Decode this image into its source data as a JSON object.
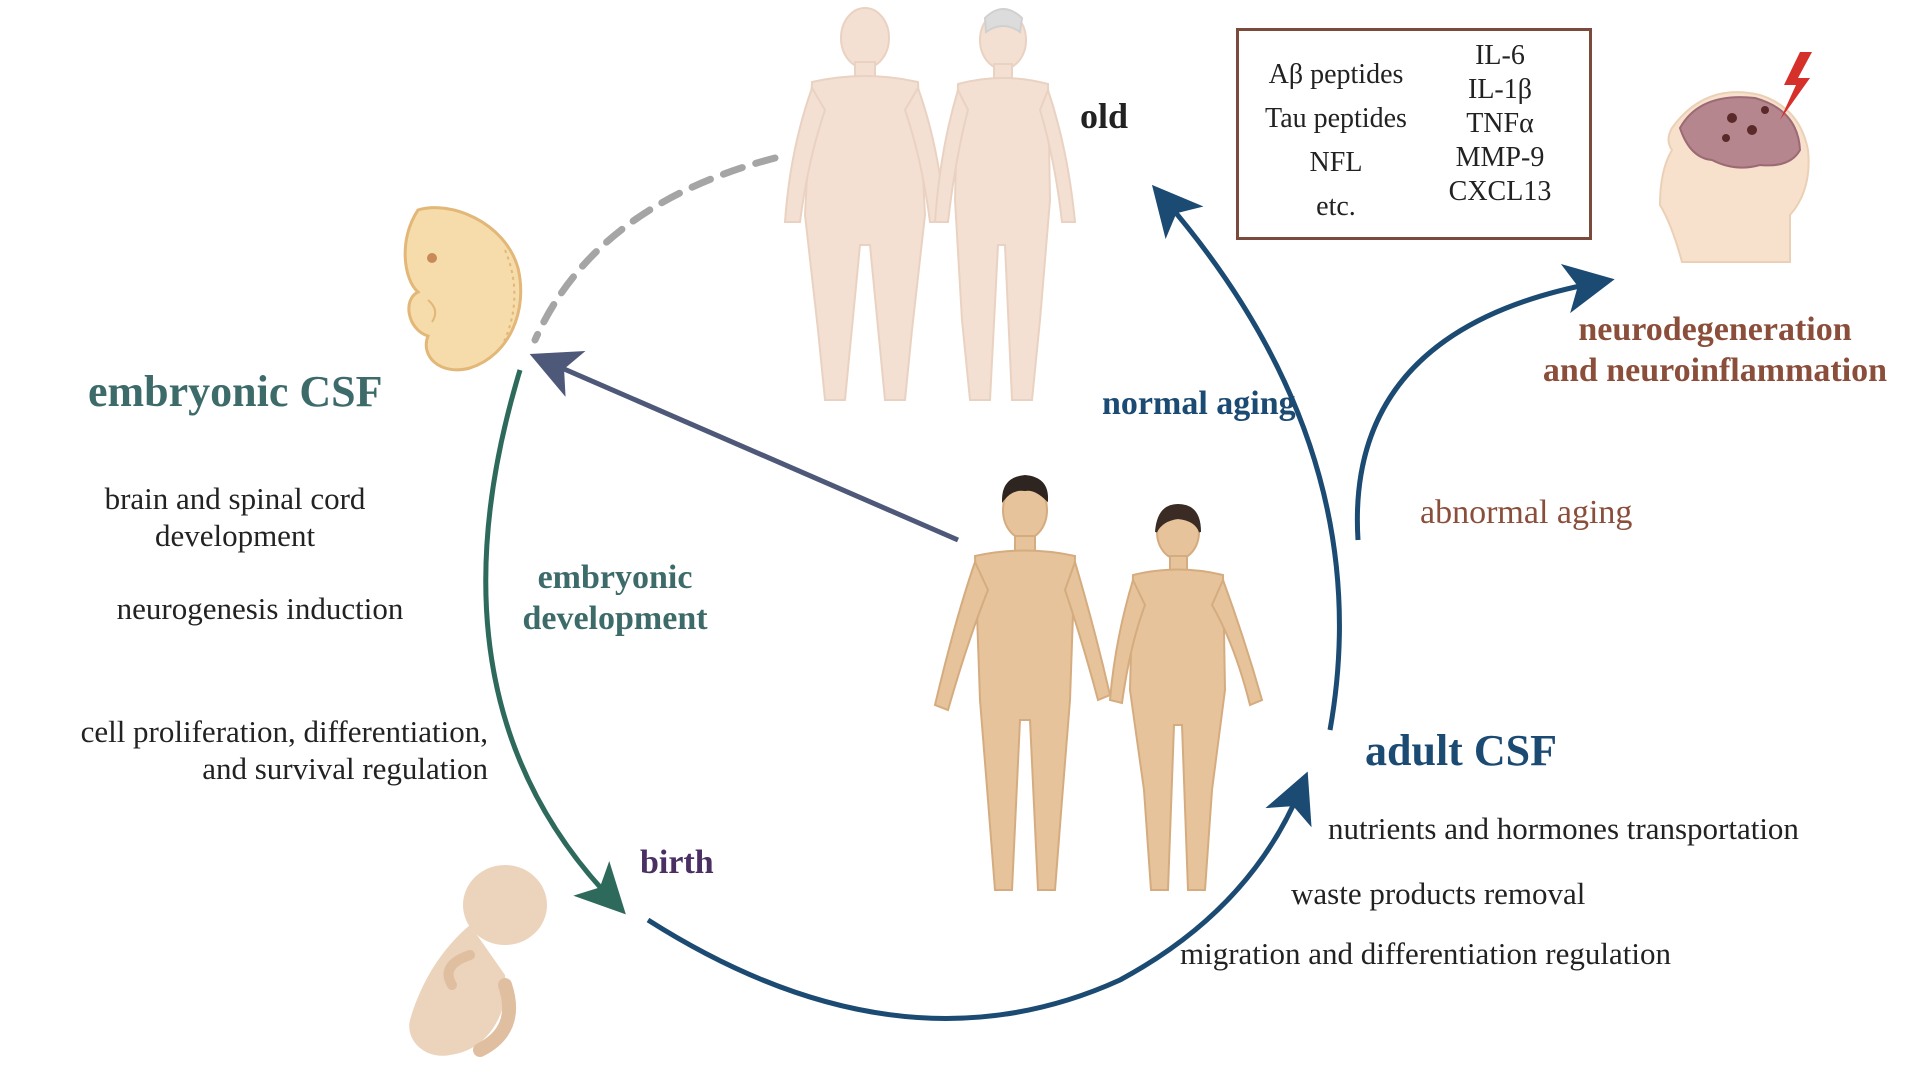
{
  "stages": {
    "embryonic": "embryonic CSF",
    "adult": "adult CSF",
    "old": "old",
    "birth": "birth"
  },
  "transitions": {
    "embryonic_development": [
      "embryonic",
      "development"
    ],
    "normal_aging": "normal aging",
    "abnormal_aging": "abnormal aging"
  },
  "embryonic_functions": [
    [
      "brain and spinal cord",
      "development"
    ],
    [
      "neurogenesis induction"
    ],
    [
      "cell proliferation, differentiation,",
      "and survival regulation"
    ]
  ],
  "adult_functions": [
    "nutrients and hormones transportation",
    "waste products removal",
    "migration and differentiation regulation"
  ],
  "outcome": [
    "neurodegeneration",
    "and neuroinflammation"
  ],
  "biomarkers": {
    "left": [
      "Aβ peptides",
      "Tau peptides",
      "NFL",
      "etc."
    ],
    "right": [
      "IL-6",
      "IL-1β",
      "TNFα",
      "MMP-9",
      "CXCL13"
    ]
  },
  "colors": {
    "teal": "#3d6b6a",
    "navy": "#1b4a73",
    "brown": "#8a4e3a",
    "purple": "#4a2f63",
    "slate": "#4e5878",
    "skin": "#e6c39b",
    "skin_faded": "#f3e0d2"
  }
}
